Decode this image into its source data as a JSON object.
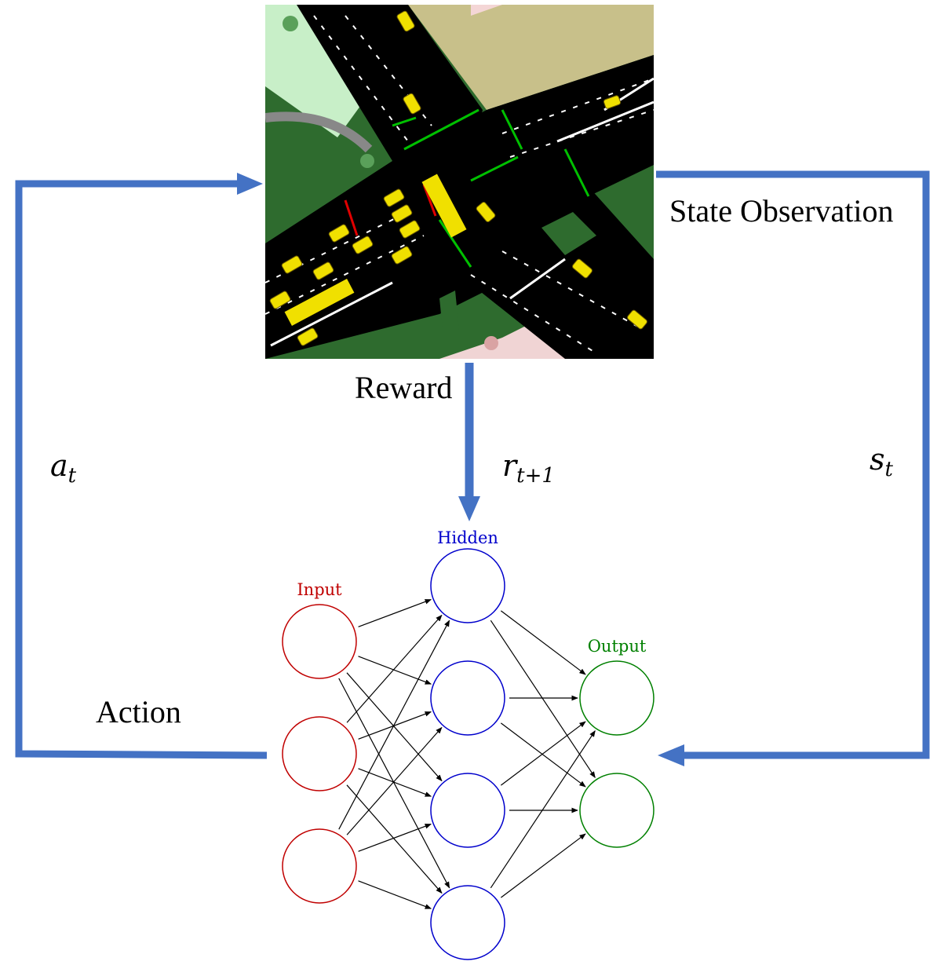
{
  "labels": {
    "state_observation": "State Observation",
    "reward": "Reward",
    "action": "Action",
    "a_base": "a",
    "a_sub": "t",
    "r_base": "r",
    "r_sub": "t+1",
    "s_base": "s",
    "s_sub": "t"
  },
  "network": {
    "input_label": "Input",
    "hidden_label": "Hidden",
    "output_label": "Output",
    "input_count": 3,
    "hidden_count": 4,
    "output_count": 2
  },
  "colors": {
    "arrow": "#4472c4",
    "input": "#c00000",
    "hidden": "#0000cc",
    "output": "#008000",
    "road": "#000000",
    "grass": "#2e6b2e",
    "light_green": "#c8efc8",
    "tan": "#c8c08a",
    "car": "#f0e000",
    "signal_green": "#00c000",
    "signal_red": "#e00000"
  },
  "icons": {
    "scene": "intersection-map-icon"
  }
}
